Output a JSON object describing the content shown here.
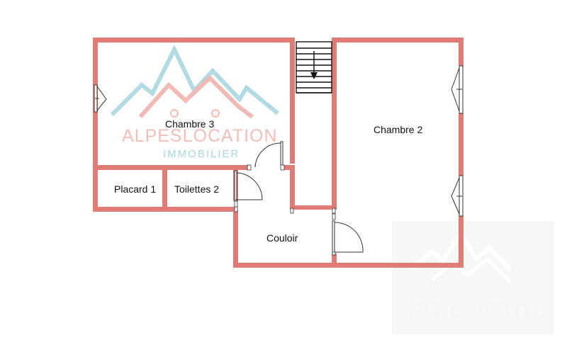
{
  "rooms": {
    "chambre3": "Chambre 3",
    "chambre2": "Chambre 2",
    "placard1": "Placard 1",
    "toilettes2": "Toilettes 2",
    "couloir": "Couloir"
  },
  "watermark": {
    "brand": "ALPESLOCATION",
    "sub": "IMMOBILIER",
    "brand2": "ALPESVENTE"
  },
  "colors": {
    "wall": "#e07b76",
    "mountain_blue": "#a9d6df",
    "mountain_pink": "#f1b3ac"
  }
}
